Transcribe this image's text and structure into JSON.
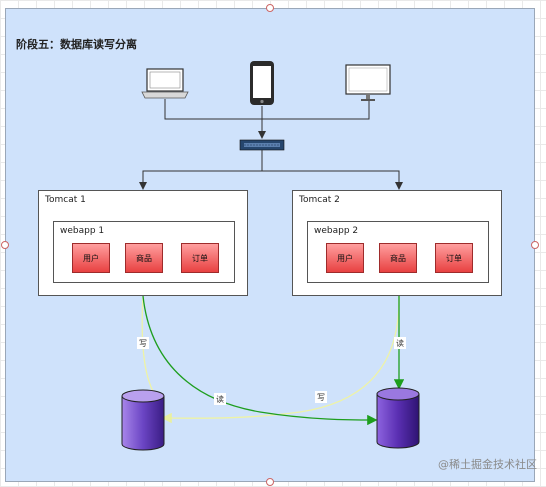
{
  "diagram": {
    "title": "阶段五：数据库读写分离",
    "servers": [
      {
        "name": "Tomcat 1",
        "webapp": "webapp 1",
        "modules": [
          "用户",
          "商品",
          "订单"
        ]
      },
      {
        "name": "Tomcat 2",
        "webapp": "webapp 2",
        "modules": [
          "用户",
          "商品",
          "订单"
        ]
      }
    ],
    "edges": {
      "write_label": "写",
      "read_label": "读"
    },
    "colors": {
      "panel": "#cfe2fb",
      "module_fill": "#f05a5a",
      "db_fill": "#6a3fc4",
      "write_line": "#1e9e1e",
      "read_line": "#f1f5b0"
    }
  },
  "watermark": "@稀土掘金技术社区"
}
